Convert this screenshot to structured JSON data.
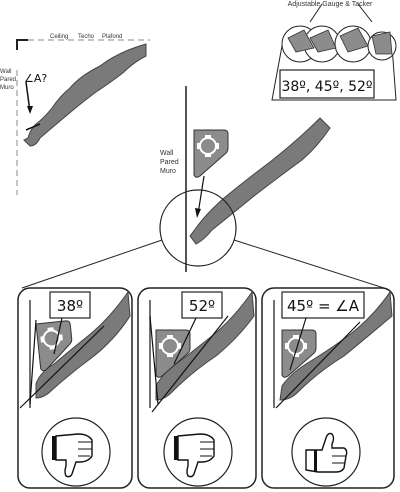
{
  "header": {
    "top_caption": "Adjustable Gauge & Tacker"
  },
  "ceiling_label": {
    "en": "Ceiling",
    "es": "Techo",
    "fr": "Plafond"
  },
  "wall_label": {
    "en": "Wall",
    "es": "Pared",
    "fr": "Muro"
  },
  "angle_question": "∠A?",
  "angles_box": "38º, 45º, 52º",
  "panels": [
    {
      "angle_label": "38º",
      "result": "thumbs-down"
    },
    {
      "angle_label": "52º",
      "result": "thumbs-down"
    },
    {
      "angle_label": "45º = ∠A",
      "result": "thumbs-up"
    }
  ],
  "colors": {
    "molding": "#7a7a7a",
    "molding_dark": "#5a5a5a",
    "gauge_gray": "#8c8c8c",
    "line": "#222222",
    "dashed": "#888888"
  },
  "icons": [
    "hand-thumbs-down-icon",
    "hand-thumbs-up-icon",
    "angle-gauge-icon"
  ]
}
